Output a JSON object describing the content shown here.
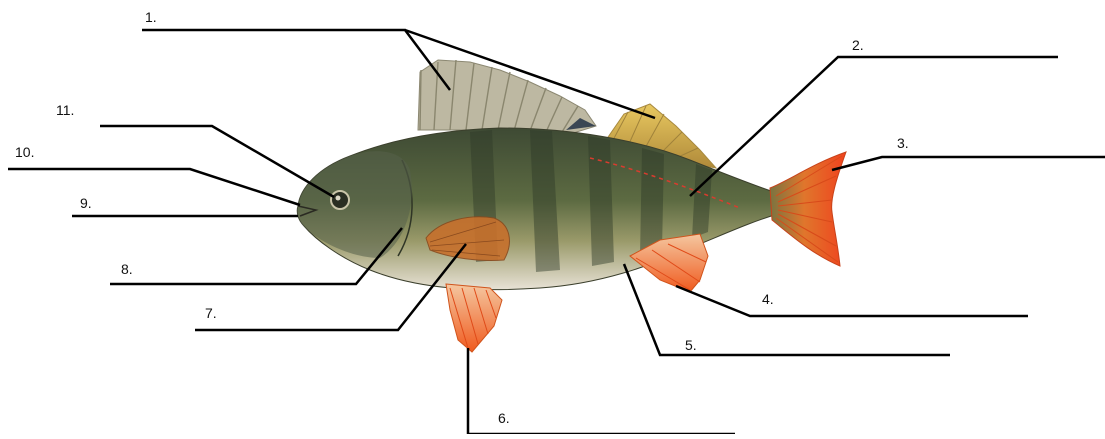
{
  "labels": {
    "l1": "1.",
    "l2": "2.",
    "l3": "3.",
    "l4": "4.",
    "l5": "5.",
    "l6": "6.",
    "l7": "7.",
    "l8": "8.",
    "l9": "9.",
    "l10": "10.",
    "l11": "11."
  },
  "colors": {
    "line": "#000000",
    "body_dark": "#4a5a3c",
    "body_belly": "#e4ddd0",
    "fin_orange": "#f06a2a",
    "fin_yellow": "#d6b85a",
    "dorsal_grey": "#b7b29c",
    "lateral_line": "#d93c2e"
  }
}
